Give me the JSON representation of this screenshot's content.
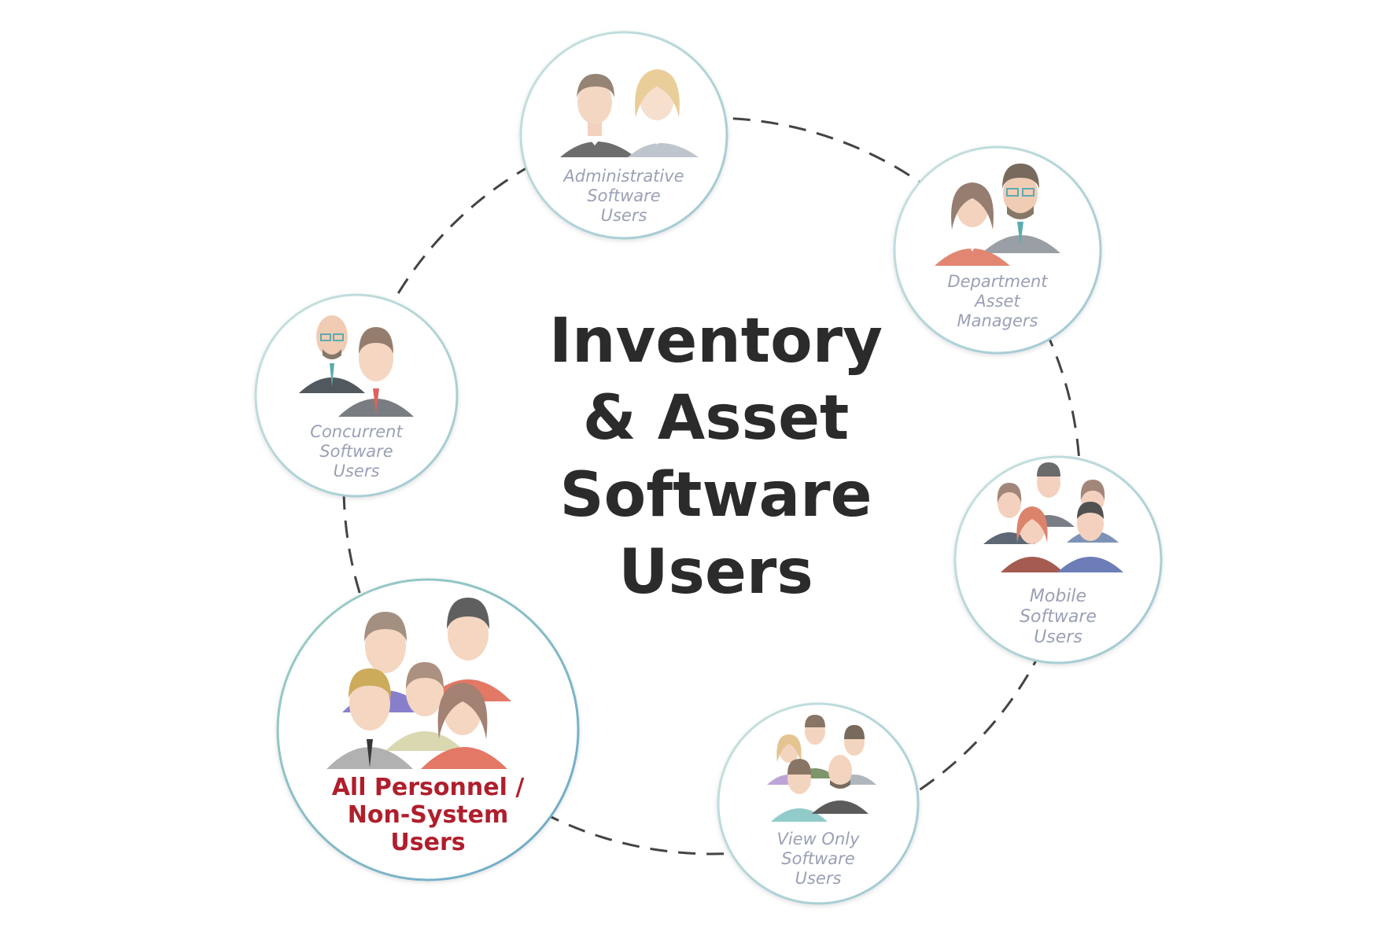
{
  "title": {
    "line1": "Inventory",
    "line2": "& Asset",
    "line3": "Software",
    "line4": "Users"
  },
  "nodes": {
    "administrative": {
      "line1": "Administrative",
      "line2": "Software",
      "line3": "Users"
    },
    "department": {
      "line1": "Department",
      "line2": "Asset",
      "line3": "Managers"
    },
    "mobile": {
      "line1": "Mobile",
      "line2": "Software",
      "line3": "Users"
    },
    "view_only": {
      "line1": "View Only",
      "line2": "Software",
      "line3": "Users"
    },
    "all_personnel": {
      "line1": "All Personnel /",
      "line2": "Non-System",
      "line3": "Users"
    },
    "concurrent": {
      "line1": "Concurrent",
      "line2": "Software",
      "line3": "Users"
    }
  },
  "colors": {
    "title": "#2b2b2b",
    "node_label": "#9aa0b6",
    "highlight_label": "#b01e2c",
    "circle_border": "#bcd9d6",
    "dashed_ring": "#444444"
  },
  "icons": [
    "people-admin-icon",
    "people-managers-icon",
    "people-mobile-icon",
    "people-viewonly-icon",
    "people-personnel-icon",
    "people-concurrent-icon"
  ]
}
